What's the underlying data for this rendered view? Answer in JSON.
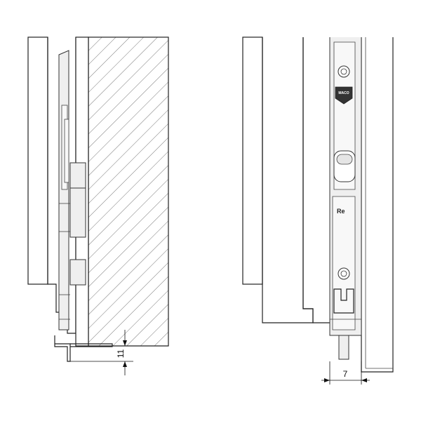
{
  "dimensions": {
    "left_vertical": "11",
    "right_horizontal": "7"
  },
  "labels": {
    "side_marking": "Re"
  },
  "logo": {
    "text": "MACO"
  },
  "colors": {
    "line": "#222222",
    "hardware_fill": "#efefef",
    "background": "#ffffff"
  }
}
